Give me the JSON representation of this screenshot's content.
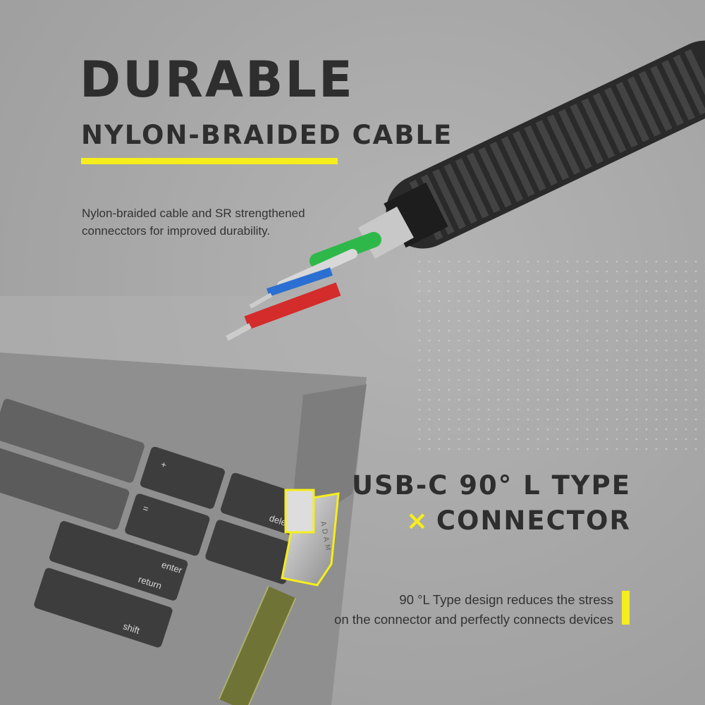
{
  "header": {
    "title": "DURABLE",
    "subtitle": "NYLON-BRAIDED CABLE",
    "description_lines": [
      "Nylon-braided cable and SR strengthened",
      "connecctors for improved durability."
    ]
  },
  "feature": {
    "title_line1": "USB-C 90° L TYPE",
    "title_mark": "×",
    "title_line2": "CONNECTOR",
    "description_lines": [
      "90 °L Type design reduces the stress",
      "on the connector and perfectly connects devices"
    ]
  },
  "product": {
    "brand": "ADAM",
    "keys": [
      "delete",
      "enter",
      "return",
      "shift",
      "+",
      "="
    ]
  },
  "colors": {
    "accent": "#f5ee1c",
    "text": "#2e2e2e",
    "background": "#a8a8a8"
  }
}
